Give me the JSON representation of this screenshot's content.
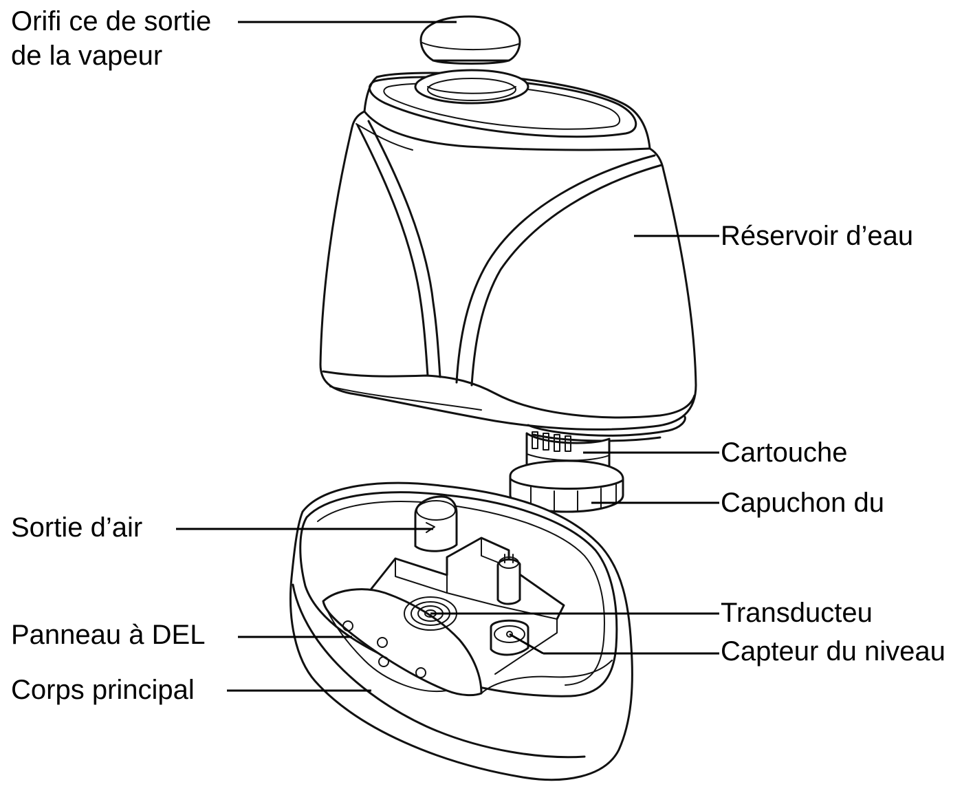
{
  "labels": {
    "steam_outlet_line1": "Orifi ce de sortie",
    "steam_outlet_line2": "de la vapeur",
    "water_tank": "Réservoir d’eau",
    "cartridge": "Cartouche",
    "cap": "Capuchon du",
    "air_outlet": "Sortie d’air",
    "transducer": "Transducteu",
    "level_sensor": "Capteur du niveau",
    "led_panel": "Panneau à DEL",
    "main_body": "Corps principal"
  },
  "colors": {
    "line": "#111111",
    "background": "#ffffff",
    "text": "#000000"
  }
}
